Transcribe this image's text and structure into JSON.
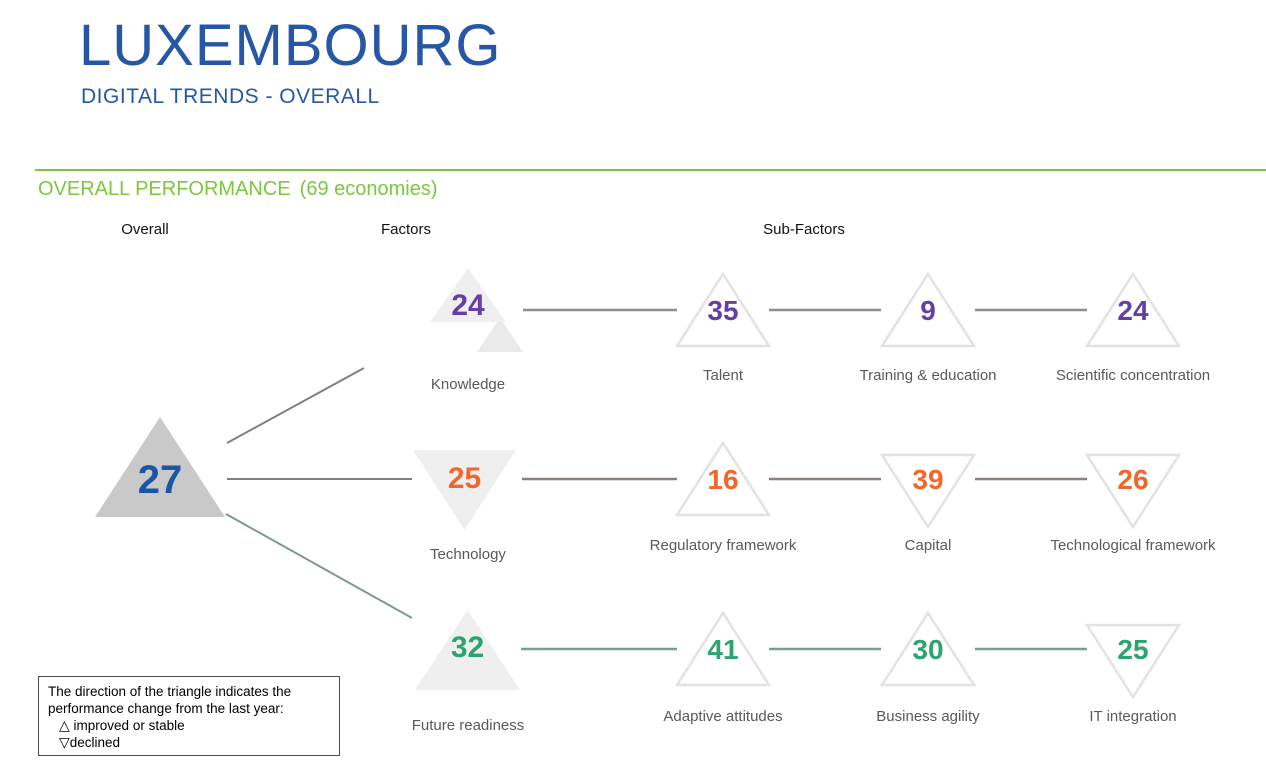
{
  "header": {
    "title": "LUXEMBOURG",
    "subtitle": "DIGITAL TRENDS - OVERALL"
  },
  "section": {
    "title": "OVERALL PERFORMANCE",
    "economies": "(69 economies)"
  },
  "columns": {
    "overall": "Overall",
    "factors": "Factors",
    "subfactors": "Sub-Factors"
  },
  "overall": {
    "rank": "27",
    "direction": "up"
  },
  "factors": [
    {
      "name": "Knowledge",
      "rank": "24",
      "direction": "up",
      "accent": "#653FA5",
      "subfactors": [
        {
          "name": "Talent",
          "rank": "35",
          "direction": "up"
        },
        {
          "name": "Training & education",
          "rank": "9",
          "direction": "up"
        },
        {
          "name": "Scientific concentration",
          "rank": "24",
          "direction": "up"
        }
      ]
    },
    {
      "name": "Technology",
      "rank": "25",
      "direction": "down",
      "accent": "#F2662C",
      "subfactors": [
        {
          "name": "Regulatory framework",
          "rank": "16",
          "direction": "up"
        },
        {
          "name": "Capital",
          "rank": "39",
          "direction": "down"
        },
        {
          "name": "Technological framework",
          "rank": "26",
          "direction": "down"
        }
      ]
    },
    {
      "name": "Future readiness",
      "rank": "32",
      "direction": "up",
      "accent": "#2BA46F",
      "subfactors": [
        {
          "name": "Adaptive attitudes",
          "rank": "41",
          "direction": "up"
        },
        {
          "name": "Business agility",
          "rank": "30",
          "direction": "up"
        },
        {
          "name": "IT integration",
          "rank": "25",
          "direction": "down"
        }
      ]
    }
  ],
  "legend": {
    "line1": "The direction of the triangle indicates the",
    "line2": "performance change from the last year:",
    "up_symbol": "△",
    "up_label": "improved or stable",
    "down_symbol": "▽",
    "down_label": "declined"
  },
  "colors": {
    "title_blue": "#2557A6",
    "section_green": "#7DC63F",
    "overall_number_blue": "#1B55A5",
    "knowledge_purple": "#653FA5",
    "technology_orange": "#F2662C",
    "future_readiness_green": "#2BA46F",
    "overall_triangle_fill": "#C9C9C9",
    "factor_triangle_fill": "#EFEFEF",
    "subfactor_triangle_outline": "#E2E2E2",
    "label_gray": "#595959",
    "lines": {
      "fan_gray": "#7F7F7F",
      "fan_green_gray": "#7E998B",
      "row_knowledge": "#8D8A9E",
      "row_technology": "#8A827B",
      "row_future": "#7C9D8D"
    }
  }
}
